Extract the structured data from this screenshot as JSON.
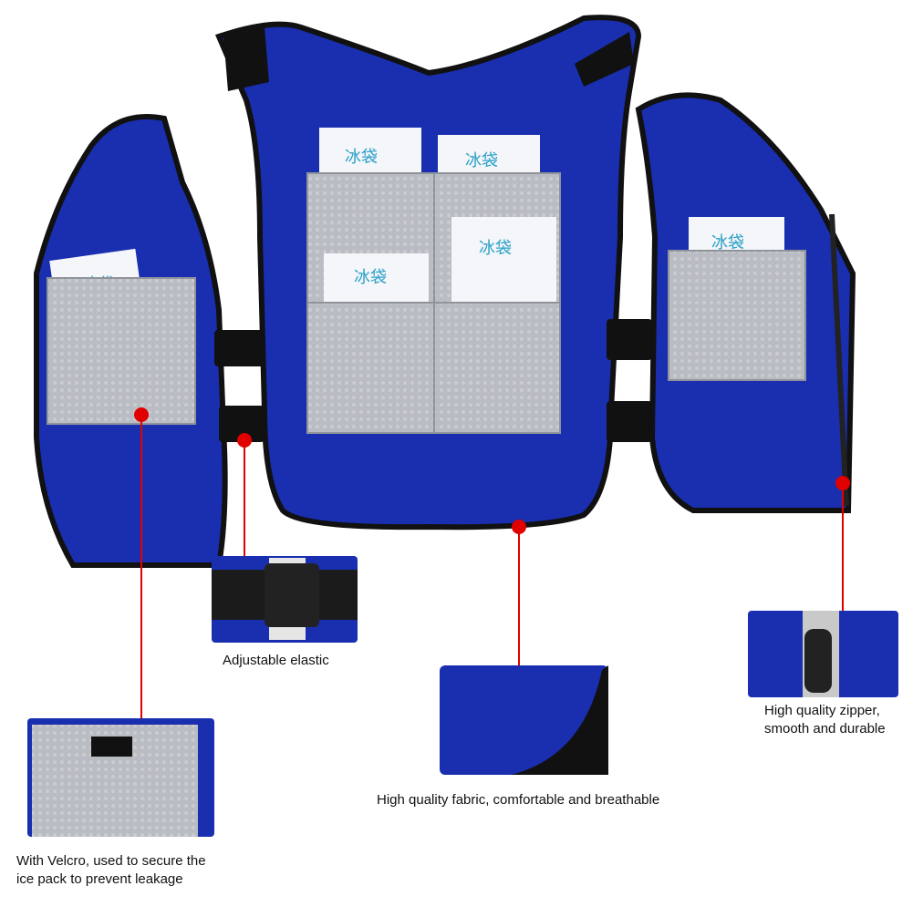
{
  "colors": {
    "fabric": "#1a2fb0",
    "fabric_dark": "#0f1f8a",
    "trim": "#111111",
    "mesh": "#b9bcc2",
    "mesh_dark": "#9ea2a8",
    "ice_pack": "#f4f6f9",
    "ice_pack_text": "#2aa0c8",
    "callout": "#e00000"
  },
  "ice_pack_label": "冰袋",
  "callouts": {
    "elastic": "Adjustable elastic",
    "fabric": "High quality fabric, comfortable and breathable",
    "zipper": "High quality zipper,\nsmooth and durable",
    "velcro": "With Velcro, used to secure the\nice pack to prevent leakage"
  }
}
